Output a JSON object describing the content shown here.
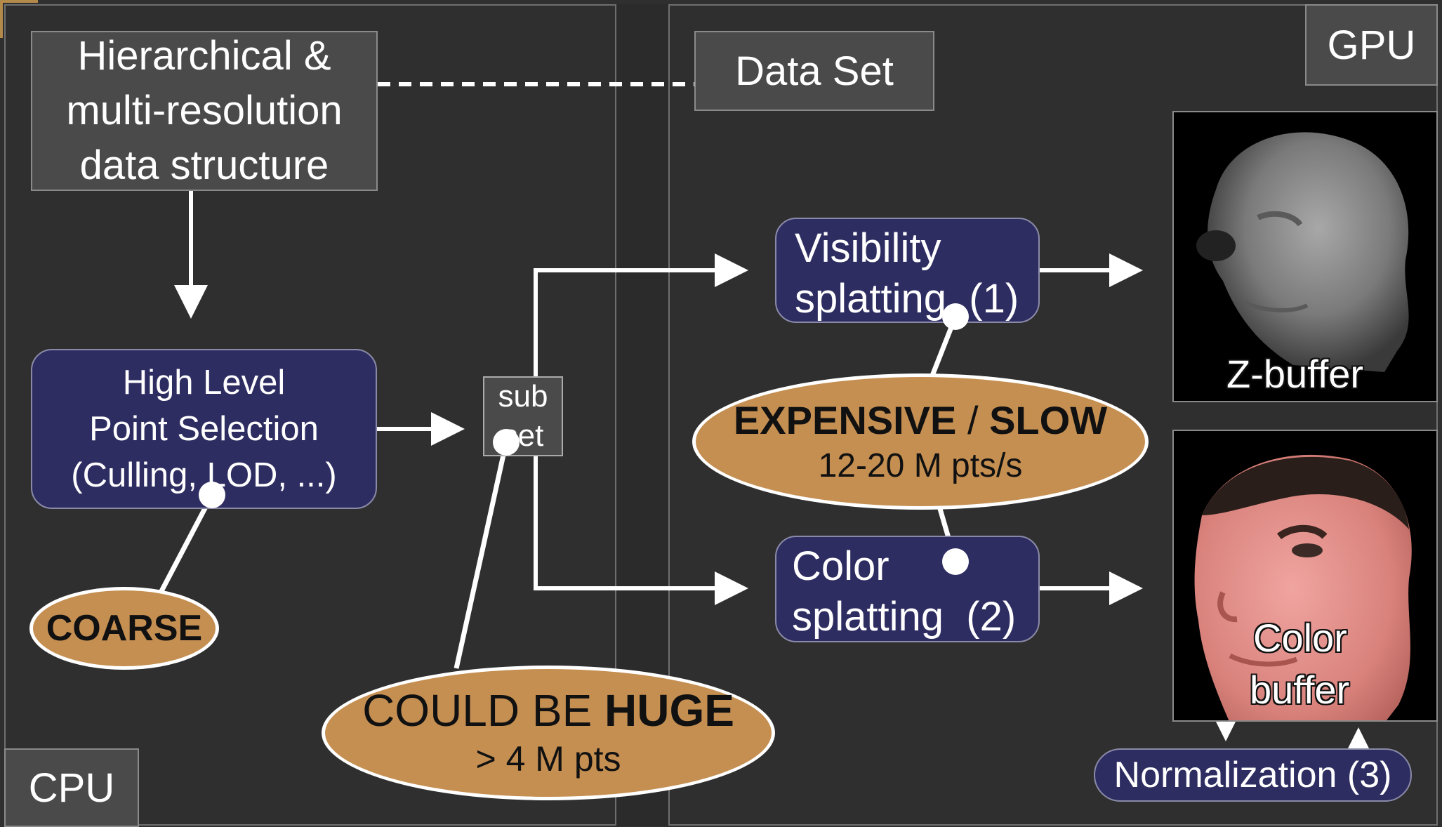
{
  "regions": {
    "cpu_label": "CPU",
    "gpu_label": "GPU"
  },
  "data_structure": {
    "lines": [
      "Hierarchical &",
      "multi-resolution",
      "data structure"
    ]
  },
  "data_set": {
    "label": "Data Set"
  },
  "point_selection": {
    "lines": [
      "High Level",
      "Point Selection",
      "(Culling, LOD, ...)"
    ]
  },
  "subset": {
    "lines": [
      "sub",
      "set"
    ]
  },
  "coarse": {
    "label": "COARSE"
  },
  "huge": {
    "title_plain": "COULD BE ",
    "title_bold": "HUGE",
    "subtitle": "> 4 M pts"
  },
  "visibility": {
    "lines": [
      "Visibility",
      "splatting  (1)"
    ]
  },
  "color": {
    "lines": [
      "Color",
      "splatting  (2)"
    ]
  },
  "expensive": {
    "title_bold_1": "EXPENSIVE",
    "title_sep": " / ",
    "title_bold_2": "SLOW",
    "subtitle": "12-20 M pts/s"
  },
  "zbuffer": {
    "label": "Z-buffer"
  },
  "colorbuffer": {
    "lines": [
      "Color",
      "buffer"
    ]
  },
  "normalization": {
    "label": "Normalization (3)"
  },
  "colors": {
    "background": "#2f2f2f",
    "box_grey": "#4a4a4a",
    "box_navy": "#2e2d62",
    "oval_tan": "#c58f52",
    "connector": "#ffffff"
  }
}
